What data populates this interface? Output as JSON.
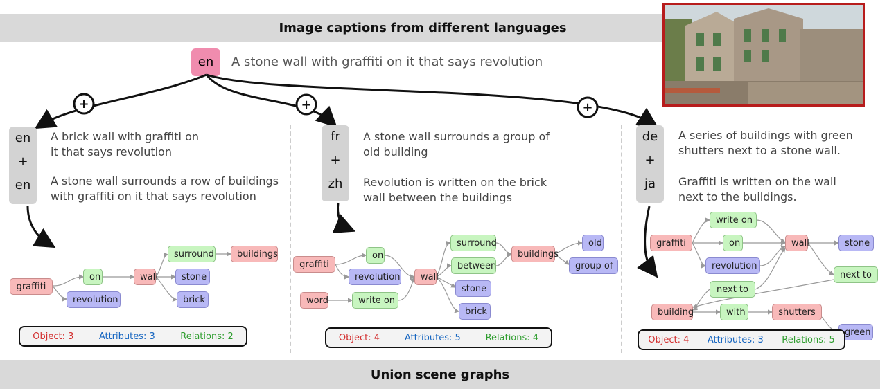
{
  "header": {
    "title": "Image captions from different languages"
  },
  "footer": {
    "title": "Union scene graphs"
  },
  "top": {
    "lang": "en",
    "caption": "A stone wall with graffiti on it that says revolution"
  },
  "plus": "+",
  "panels": [
    {
      "badge": [
        "en",
        "+",
        "en"
      ],
      "caption1": [
        "A brick wall with graffiti on",
        "it that says revolution"
      ],
      "caption2": [
        "A stone wall surrounds a row of buildings",
        "with graffiti on it that says revolution"
      ],
      "nodes": {
        "graffiti": "graffiti",
        "on": "on",
        "revolution": "revolution",
        "wall": "wall",
        "surround": "surround",
        "buildings": "buildings",
        "stone": "stone",
        "brick": "brick"
      },
      "stats": {
        "object": "Object: 3",
        "attributes": "Attributes: 3",
        "relations": "Relations: 2"
      }
    },
    {
      "badge": [
        "fr",
        "+",
        "zh"
      ],
      "caption1": [
        "A stone wall surrounds a group of",
        "old building"
      ],
      "caption2": [
        "Revolution is written on the brick",
        "wall between the buildings"
      ],
      "nodes": {
        "graffiti": "graffiti",
        "on": "on",
        "revolution": "revolution",
        "word": "word",
        "write_on": "write on",
        "wall": "wall",
        "surround": "surround",
        "between": "between",
        "buildings": "buildings",
        "old": "old",
        "group_of": "group of",
        "stone": "stone",
        "brick": "brick"
      },
      "stats": {
        "object": "Object: 4",
        "attributes": "Attributes: 5",
        "relations": "Relations: 4"
      }
    },
    {
      "badge": [
        "de",
        "+",
        "ja"
      ],
      "caption1": [
        "A series of buildings with green",
        "shutters next to a stone wall."
      ],
      "caption2": [
        "Graffiti is written on the wall",
        "next to the buildings."
      ],
      "nodes": {
        "write_on": "write on",
        "graffiti": "graffiti",
        "on": "on",
        "wall": "wall",
        "stone": "stone",
        "revolution": "revolution",
        "next_to_right": "next to",
        "next_to": "next to",
        "building": "building",
        "with": "with",
        "shutters": "shutters",
        "green": "green"
      },
      "stats": {
        "object": "Object: 4",
        "attributes": "Attributes: 3",
        "relations": "Relations: 5"
      }
    }
  ]
}
